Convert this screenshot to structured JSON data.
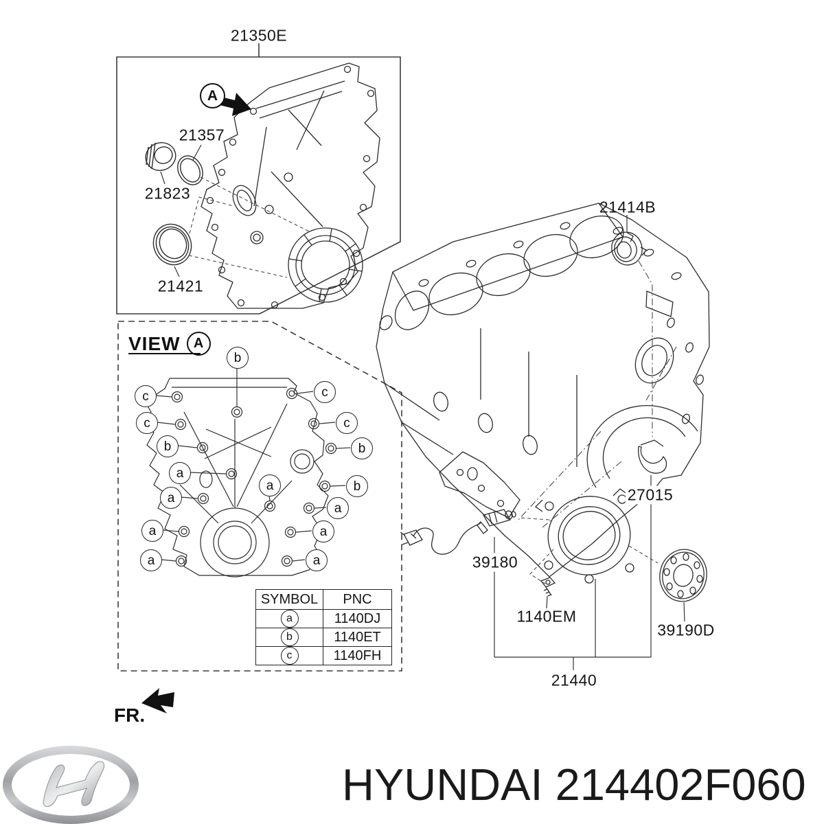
{
  "colors": {
    "line": "#2b2b2b",
    "text": "#161616",
    "logo_silver_dark": "#8f9094",
    "logo_silver_light": "#eceded"
  },
  "labels": {
    "timing_cover_assembly": "21350E",
    "oring": "21357",
    "cap_plug": "21823",
    "front_oil_seal": "21421",
    "sealing_plug": "21414B",
    "seal_retainer": "27015",
    "crankshaft_sensor": "39180",
    "bolt": "1140EM",
    "sensor_wheel": "39190D",
    "gasket_kit": "21440"
  },
  "callout": {
    "letter": "A"
  },
  "view_a": {
    "heading": "VIEW",
    "letter": "A",
    "markers": [
      {
        "letter": "b"
      },
      {
        "letter": "c"
      },
      {
        "letter": "c"
      },
      {
        "letter": "b"
      },
      {
        "letter": "a"
      },
      {
        "letter": "a"
      },
      {
        "letter": "a"
      },
      {
        "letter": "a"
      },
      {
        "letter": "c"
      },
      {
        "letter": "c"
      },
      {
        "letter": "b"
      },
      {
        "letter": "b"
      },
      {
        "letter": "a"
      },
      {
        "letter": "a"
      },
      {
        "letter": "a"
      },
      {
        "letter": "a"
      }
    ]
  },
  "symbol_table": {
    "headers": [
      "SYMBOL",
      "PNC"
    ],
    "rows": [
      {
        "symbol": "a",
        "pnc": "1140DJ"
      },
      {
        "symbol": "b",
        "pnc": "1140ET"
      },
      {
        "symbol": "c",
        "pnc": "1140FH"
      }
    ]
  },
  "front_marker": {
    "label": "FR."
  },
  "footer": {
    "brand": "HYUNDAI",
    "part_number": "214402F060"
  }
}
